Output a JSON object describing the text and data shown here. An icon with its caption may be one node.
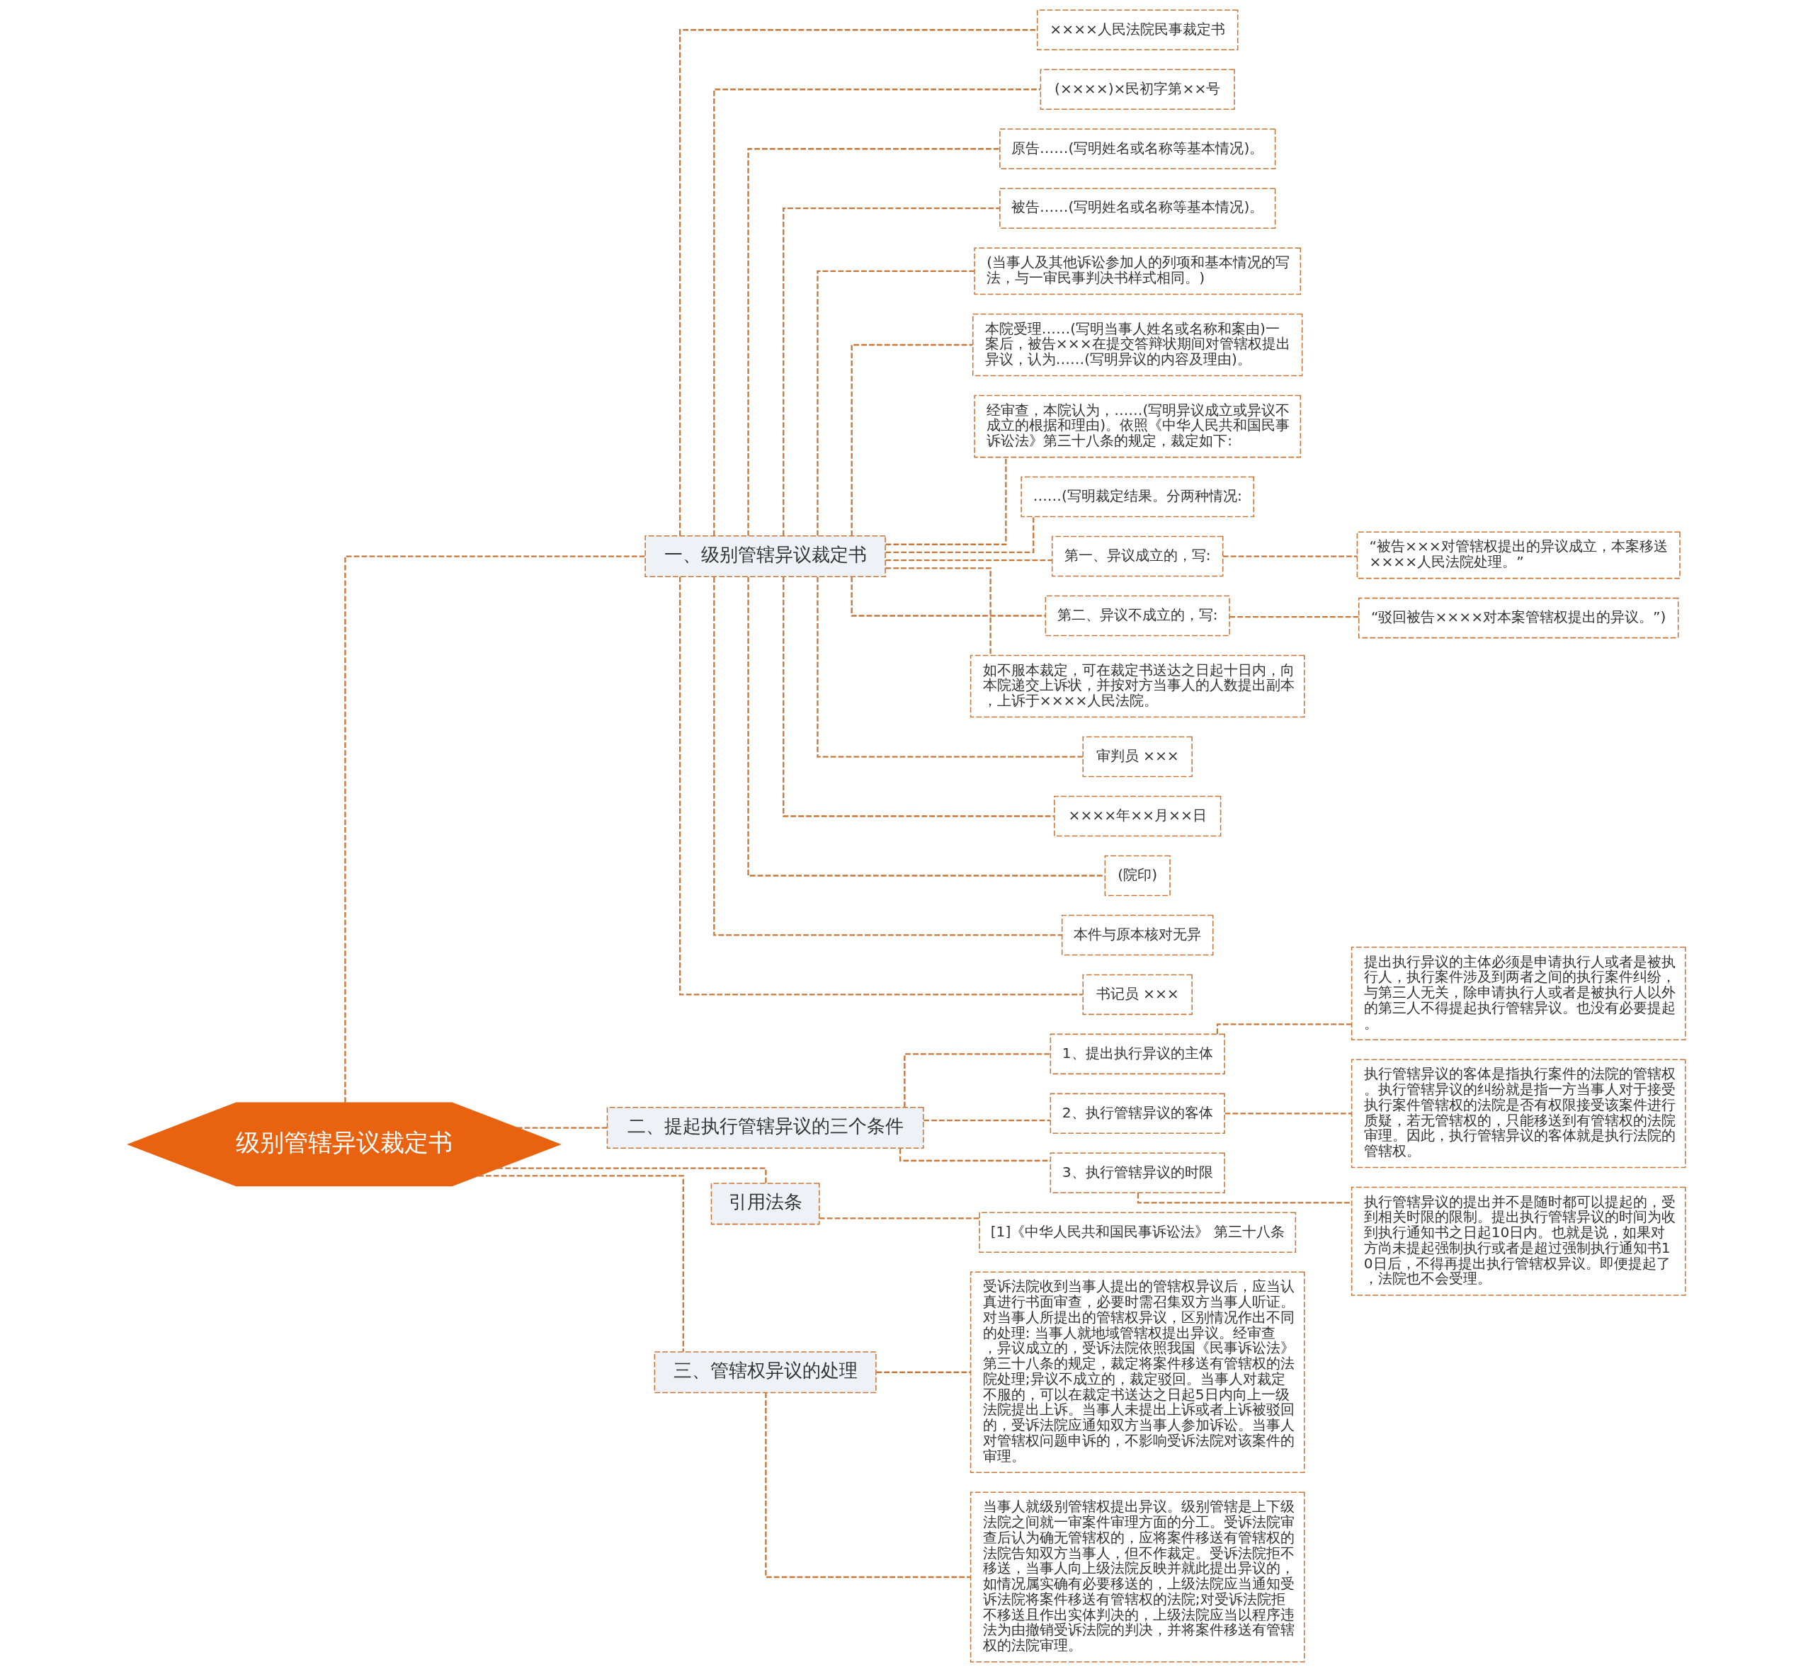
{
  "diagram": {
    "nodes": [
      {
        "text": [
          "级别管辖异议裁定书"
        ]
      },
      {
        "text": [
          "一、级别管辖异议裁定书"
        ]
      },
      {
        "text": [
          "××××人民法院民事裁定书"
        ]
      },
      {
        "text": [
          "(××××)×民初字第××号"
        ]
      },
      {
        "text": [
          "原告……(写明姓名或名称等基本情况)。"
        ]
      },
      {
        "text": [
          "被告……(写明姓名或名称等基本情况)。"
        ]
      },
      {
        "text": [
          "(当事人及其他诉讼参加人的列项和基本情况的写法，与一审民事判决书样式相同。)"
        ]
      },
      {
        "text": [
          "本院受理……(写明当事人姓名或名称和案由)一案后，被告×××在提交答辩状期间对管辖权提出异议，认为……(写明异议的内容及理由)。"
        ]
      },
      {
        "text": [
          "经审查，本院认为，……(写明异议成立或异议不成立的根据和理由)。依照《中华人民共和国民事诉讼法》第三十八条的规定，裁定如下:"
        ]
      },
      {
        "text": [
          "……(写明裁定结果。分两种情况:"
        ]
      },
      {
        "text": [
          "第一、异议成立的，写:"
        ]
      },
      {
        "text": [
          "“被告×××对管辖权提出的异议成立，本案移送××××人民法院处理。”"
        ]
      },
      {
        "text": [
          "第二、异议不成立的，写:"
        ]
      },
      {
        "text": [
          "“驳回被告××××对本案管辖权提出的异议。”)"
        ]
      },
      {
        "text": [
          "如不服本裁定，可在裁定书送达之日起十日内，向本院递交上诉状，并按对方当事人的人数提出副本，上诉于××××人民法院。"
        ]
      },
      {
        "text": [
          "审判员 ×××"
        ]
      },
      {
        "text": [
          "××××年××月××日"
        ]
      },
      {
        "text": [
          "(院印)"
        ]
      },
      {
        "text": [
          "本件与原本核对无异"
        ]
      },
      {
        "text": [
          "书记员 ×××"
        ]
      },
      {
        "text": [
          "二、提起执行管辖异议的三个条件"
        ]
      },
      {
        "text": [
          "1、提出执行异议的主体"
        ]
      },
      {
        "text": [
          "提出执行异议的主体必须是申请执行人或者是被执行人，执行案件涉及到两者之间的执行案件纠纷，与第三人无关，除申请执行人或者是被执行人以外的第三人不得提起执行管辖异议。也没有必要提起。"
        ]
      },
      {
        "text": [
          "2、执行管辖异议的客体"
        ]
      },
      {
        "text": [
          "执行管辖异议的客体是指执行案件的法院的管辖权。执行管辖异议的纠纷就是指一方当事人对于接受执行案件管辖权的法院是否有权限接受该案件进行质疑，若无管辖权的，只能移送到有管辖权的法院审理。因此，执行管辖异议的客体就是执行法院的管辖权。"
        ]
      },
      {
        "text": [
          "3、执行管辖异议的时限"
        ]
      },
      {
        "text": [
          "执行管辖异议的提出并不是随时都可以提起的，受到相关时限的限制。提出执行管辖异议的时间为收到执行通知书之日起10日内。也就是说，如果对方尚未提起强制执行或者是超过强制执行通知书10日后，不得再提出执行管辖权异议。即便提起了，法院也不会受理。"
        ]
      },
      {
        "text": [
          "引用法条"
        ]
      },
      {
        "text": [
          "[1]《中华人民共和国民事诉讼法》 第三十八条"
        ]
      },
      {
        "text": [
          "三、管辖权异议的处理"
        ]
      },
      {
        "text": [
          "受诉法院收到当事人提出的管辖权异议后，应当认真进行书面审查，必要时需召集双方当事人听证。对当事人所提出的管辖权异议，区别情况作出不同的处理: 当事人就地域管辖权提出异议。经审查，异议成立的，受诉法院依照我国《民事诉讼法》第三十八条的规定，裁定将案件移送有管辖权的法院处理;异议不成立的，裁定驳回。当事人对裁定不服的，可以在裁定书送达之日起5日内向上一级法院提出上诉。当事人未提出上诉或者上诉被驳回的，受诉法院应通知双方当事人参加诉讼。当事人对管辖权问题申诉的，不影响受诉法院对该案件的审理。"
        ]
      },
      {
        "text": [
          "当事人就级别管辖权提出异议。级别管辖是上下级法院之间就一审案件审理方面的分工。受诉法院审查后认为确无管辖权的，应将案件移送有管辖权的法院告知双方当事人，但不作裁定。受诉法院拒不移送，当事人向上级法院反映并就此提出异议的，如情况属实确有必要移送的，上级法院应当通知受诉法院将案件移送有管辖权的法院;对受诉法院拒不移送且作出实体判决的，上级法院应当以程序违法为由撤销受诉法院的判决，并将案件移送有管辖权的法院审理。"
        ]
      }
    ],
    "edges": [
      {
        "from": 0,
        "to": 1,
        "arrow": "none"
      },
      {
        "from": 1,
        "to": 2,
        "arrow": "none"
      },
      {
        "from": 1,
        "to": 3,
        "arrow": "none"
      },
      {
        "from": 1,
        "to": 4,
        "arrow": "none"
      },
      {
        "from": 1,
        "to": 5,
        "arrow": "none"
      },
      {
        "from": 1,
        "to": 6,
        "arrow": "none"
      },
      {
        "from": 1,
        "to": 7,
        "arrow": "none"
      },
      {
        "from": 1,
        "to": 8,
        "arrow": "none"
      },
      {
        "from": 1,
        "to": 9,
        "arrow": "none"
      },
      {
        "from": 1,
        "to": 10,
        "arrow": "none"
      },
      {
        "from": 10,
        "to": 11,
        "arrow": "none"
      },
      {
        "from": 1,
        "to": 12,
        "arrow": "none"
      },
      {
        "from": 12,
        "to": 13,
        "arrow": "none"
      },
      {
        "from": 1,
        "to": 14,
        "arrow": "none"
      },
      {
        "from": 1,
        "to": 15,
        "arrow": "none"
      },
      {
        "from": 1,
        "to": 16,
        "arrow": "none"
      },
      {
        "from": 1,
        "to": 17,
        "arrow": "none"
      },
      {
        "from": 1,
        "to": 18,
        "arrow": "none"
      },
      {
        "from": 1,
        "to": 19,
        "arrow": "none"
      },
      {
        "from": 0,
        "to": 20,
        "arrow": "none"
      },
      {
        "from": 20,
        "to": 21,
        "arrow": "none"
      },
      {
        "from": 21,
        "to": 22,
        "arrow": "none"
      },
      {
        "from": 20,
        "to": 23,
        "arrow": "none"
      },
      {
        "from": 23,
        "to": 24,
        "arrow": "none"
      },
      {
        "from": 20,
        "to": 25,
        "arrow": "none"
      },
      {
        "from": 25,
        "to": 26,
        "arrow": "none"
      },
      {
        "from": 0,
        "to": 27,
        "arrow": "none"
      },
      {
        "from": 27,
        "to": 28,
        "arrow": "none"
      },
      {
        "from": 0,
        "to": 29,
        "arrow": "none"
      },
      {
        "from": 29,
        "to": 30,
        "arrow": "none"
      },
      {
        "from": 29,
        "to": 31,
        "arrow": "none"
      }
    ]
  }
}
